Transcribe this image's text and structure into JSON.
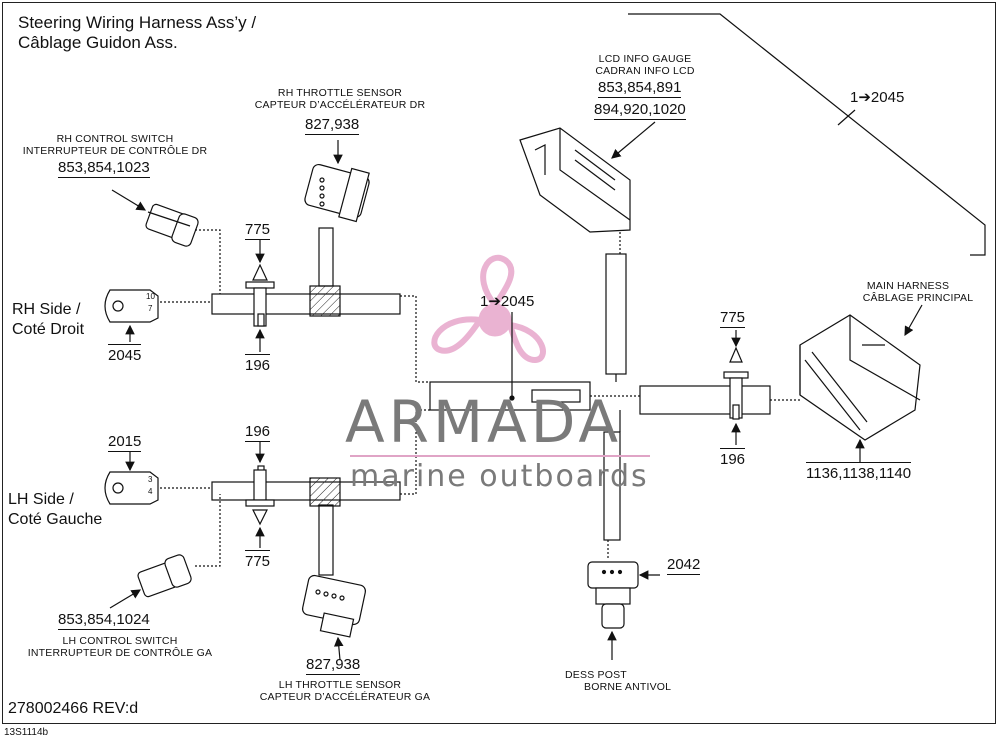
{
  "title_line1": "Steering Wiring Harness Ass’y /",
  "title_line2": "Câblage Guidon Ass.",
  "rh_control_switch": {
    "en": "RH CONTROL SWITCH",
    "fr": "INTERRUPTEUR DE CONTRÔLE DR",
    "ref": "853,854,1023"
  },
  "rh_throttle_sensor": {
    "en": "RH THROTTLE SENSOR",
    "fr": "CAPTEUR D’ACCÉLÉRATEUR DR",
    "ref": "827,938"
  },
  "lcd_gauge": {
    "en": "LCD INFO GAUGE",
    "fr": "CADRAN INFO LCD",
    "ref1": "853,854,891",
    "ref2": "894,920,1020"
  },
  "main_harness": {
    "en": "MAIN HARNESS",
    "fr": "CÂBLAGE PRINCIPAL",
    "ref": "1136,1138,1140"
  },
  "lh_control_switch": {
    "en": "LH CONTROL SWITCH",
    "fr": "INTERRUPTEUR DE CONTRÔLE GA",
    "ref": "853,854,1024"
  },
  "lh_throttle_sensor": {
    "en": "LH THROTTLE SENSOR",
    "fr": "CAPTEUR D’ACCÉLÉRATEUR GA",
    "ref": "827,938"
  },
  "dess_post": {
    "en": "DESS POST",
    "fr": "BORNE ANTIVOL",
    "ref": "2042"
  },
  "rh_side": {
    "line1": "RH Side /",
    "line2": "Coté Droit",
    "ref": "2045",
    "pins": [
      "10",
      "7"
    ]
  },
  "lh_side": {
    "line1": "LH Side /",
    "line2": "Coté Gauche",
    "ref": "2015",
    "pins": [
      "3",
      "4"
    ]
  },
  "refs": {
    "top_right": "1➔2045",
    "center": "1➔2045",
    "rh_pin_top": "775",
    "rh_pin_bottom": "196",
    "lh_pin_top": "196",
    "lh_pin_bottom": "775",
    "mid_pin_top": "775",
    "mid_pin_bottom": "196"
  },
  "watermark": {
    "brand": "ARMADA",
    "tagline": "marine outboards"
  },
  "revision": "278002466 REV:d",
  "footer_code": "13S1114b"
}
